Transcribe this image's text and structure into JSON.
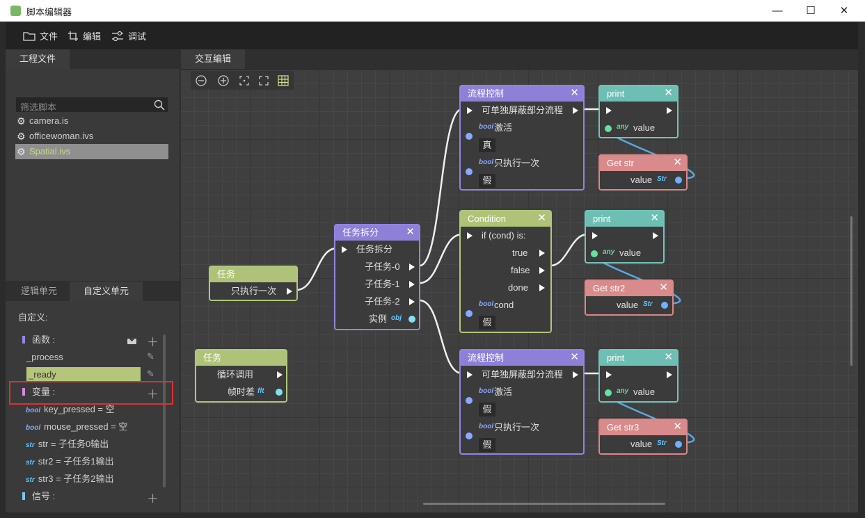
{
  "window": {
    "title": "脚本编辑器",
    "minimize": "—",
    "maximize": "☐",
    "close": "✕"
  },
  "menu": [
    {
      "label": "文件",
      "icon": "folder-icon"
    },
    {
      "label": "编辑",
      "icon": "crop-icon"
    },
    {
      "label": "调试",
      "icon": "sliders-icon"
    }
  ],
  "left_panel": {
    "project_tab": "工程文件",
    "search_placeholder": "筛选脚本",
    "files": [
      {
        "name": "camera.is",
        "selected": false
      },
      {
        "name": "officewoman.ivs",
        "selected": false
      },
      {
        "name": "Spatial.ivs",
        "selected": true
      }
    ],
    "bottom_tabs": [
      "逻辑单元",
      "自定义单元"
    ],
    "custom_header": "自定义:",
    "functions_label": "函数 :",
    "functions": [
      "_process",
      "_ready"
    ],
    "variables_label": "变量 :",
    "variables": [
      {
        "type": "bool",
        "text": "key_pressed = 空"
      },
      {
        "type": "bool",
        "text": "mouse_pressed = 空"
      },
      {
        "type": "str",
        "text": "str = 子任务0输出"
      },
      {
        "type": "str",
        "text": "str2 = 子任务1输出"
      },
      {
        "type": "str",
        "text": "str3 = 子任务2输出"
      }
    ],
    "signals_label": "信号 :"
  },
  "canvas": {
    "tab": "交互编辑",
    "tools": [
      "zoom-out-icon",
      "zoom-in-icon",
      "fit-icon",
      "fullscreen-icon",
      "grid-icon"
    ]
  },
  "nodes": {
    "task1": {
      "title": "任务",
      "out": "只执行一次"
    },
    "task2": {
      "title": "任务",
      "loop": "循环调用",
      "delta": "帧时差",
      "delta_type": "flt"
    },
    "split": {
      "title": "任务拆分",
      "in": "任务拆分",
      "o0": "子任务-0",
      "o1": "子任务-1",
      "o2": "子任务-2",
      "inst": "实例",
      "inst_type": "obj"
    },
    "flow1": {
      "title": "流程控制",
      "in": "可单独屏蔽部分流程",
      "p1": "激活",
      "p1_val": "真",
      "p2": "只执行一次",
      "p2_val": "假"
    },
    "cond": {
      "title": "Condition",
      "in": "if (cond) is:",
      "t": "true",
      "f": "false",
      "d": "done",
      "p": "cond",
      "p_val": "假"
    },
    "flow2": {
      "title": "流程控制",
      "in": "可单独屏蔽部分流程",
      "p1": "激活",
      "p1_val": "假",
      "p2": "只执行一次",
      "p2_val": "假"
    },
    "print1": {
      "title": "print",
      "val": "value"
    },
    "print2": {
      "title": "print",
      "val": "value"
    },
    "print3": {
      "title": "print",
      "val": "value"
    },
    "get1": {
      "title": "Get str",
      "val": "value"
    },
    "get2": {
      "title": "Get str2",
      "val": "value"
    },
    "get3": {
      "title": "Get str3",
      "val": "value"
    },
    "any": "any",
    "bool": "bool",
    "str": "Str"
  },
  "colors": {
    "accent": "#e03030",
    "purple": "#8e80d8",
    "green": "#aec378",
    "teal": "#6ebfb3",
    "red": "#d98a8a"
  }
}
